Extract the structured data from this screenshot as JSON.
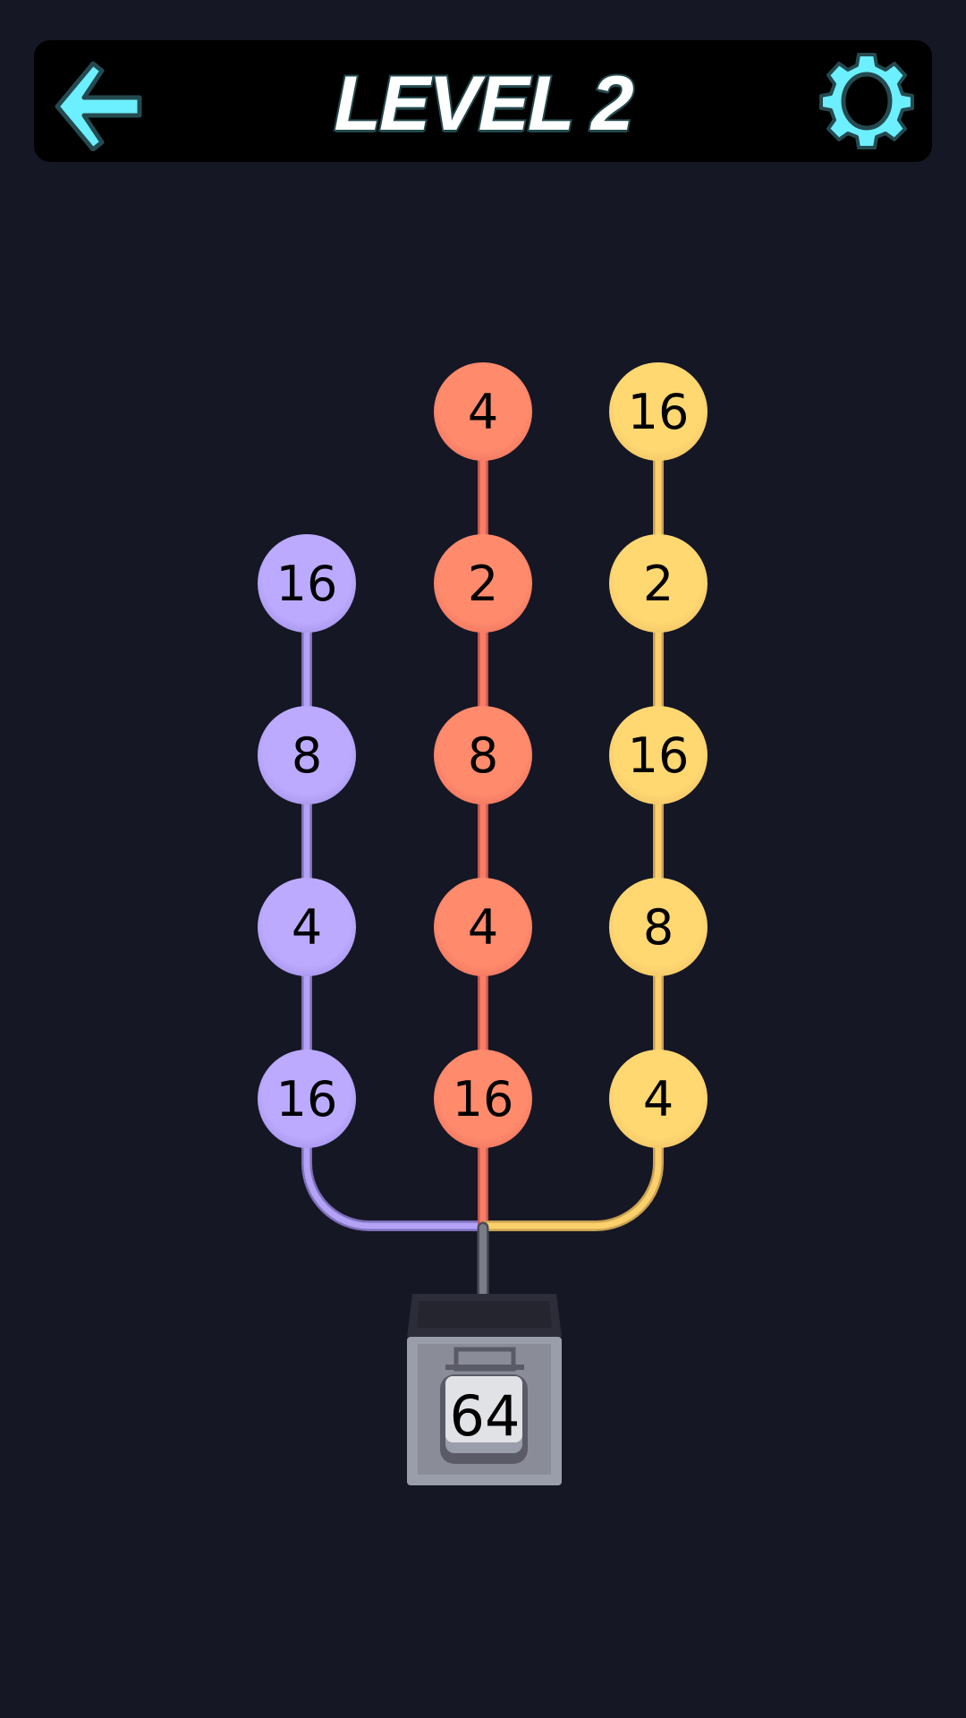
{
  "header": {
    "title": "LEVEL 2",
    "back_icon": "arrow-left-icon",
    "settings_icon": "gear-icon",
    "accent_color": "#6cefff"
  },
  "colors": {
    "background": "#151724",
    "purple": "#bcaafe",
    "red": "#ff8a6c",
    "yellow": "#ffd872",
    "connector": "#7a7c88"
  },
  "chains": [
    {
      "color": "purple",
      "nodes": [
        "16",
        "8",
        "4",
        "16"
      ]
    },
    {
      "color": "red",
      "nodes": [
        "4",
        "2",
        "8",
        "4",
        "16"
      ]
    },
    {
      "color": "yellow",
      "nodes": [
        "16",
        "2",
        "16",
        "8",
        "4"
      ]
    }
  ],
  "target": {
    "value": "64",
    "icon": "jar-icon"
  }
}
